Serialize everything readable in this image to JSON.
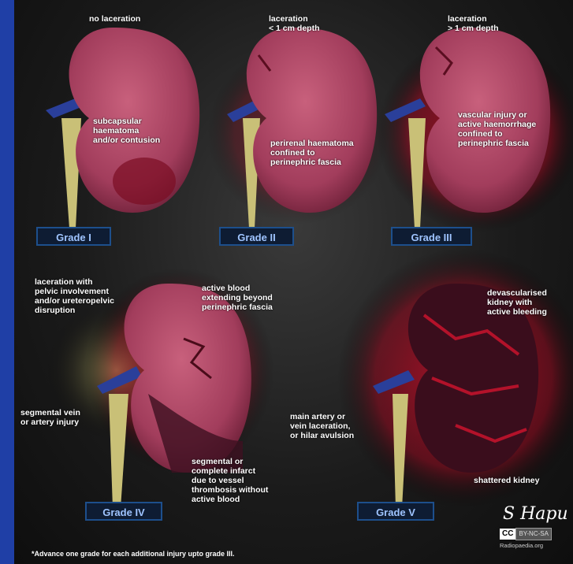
{
  "labels": {
    "g1_top": "no laceration",
    "g1_side": "subcapsular\nhaematoma\nand/or contusion",
    "g2_top": "laceration\n< 1 cm depth",
    "g2_side": "perirenal haematoma\nconfined to\nperinephric fascia",
    "g3_top": "laceration\n> 1 cm depth",
    "g3_side": "vascular injury or\nactive haemorrhage\nconfined to\nperinephric fascia",
    "g4_a": "laceration with\npelvic involvement\nand/or ureteropelvic\ndisruption",
    "g4_b": "active blood\nextending beyond\nperinephric fascia",
    "g4_c": "segmental vein\nor artery injury",
    "g4_d": "segmental or\ncomplete infarct\ndue to vessel\nthrombosis without\nactive blood",
    "g5_a": "devascularised\nkidney with\nactive bleeding",
    "g5_b": "main artery or\nvein laceration,\nor hilar avulsion",
    "g5_c": "shattered kidney"
  },
  "grades": [
    "Grade I",
    "Grade II",
    "Grade III",
    "Grade IV",
    "Grade V"
  ],
  "footnote": "*Advance one grade for each additional injury upto grade III.",
  "signature": "S Hapu",
  "license": {
    "cc": "CC",
    "terms": "BY-NC-SA"
  },
  "credit": "Radiopaedia.org",
  "colors": {
    "background_blue": "#1f3fa6",
    "kidney": "#a8405e",
    "bleed": "#b3122a",
    "ureter": "#c9c077",
    "vessel": "#2a3f9a"
  }
}
